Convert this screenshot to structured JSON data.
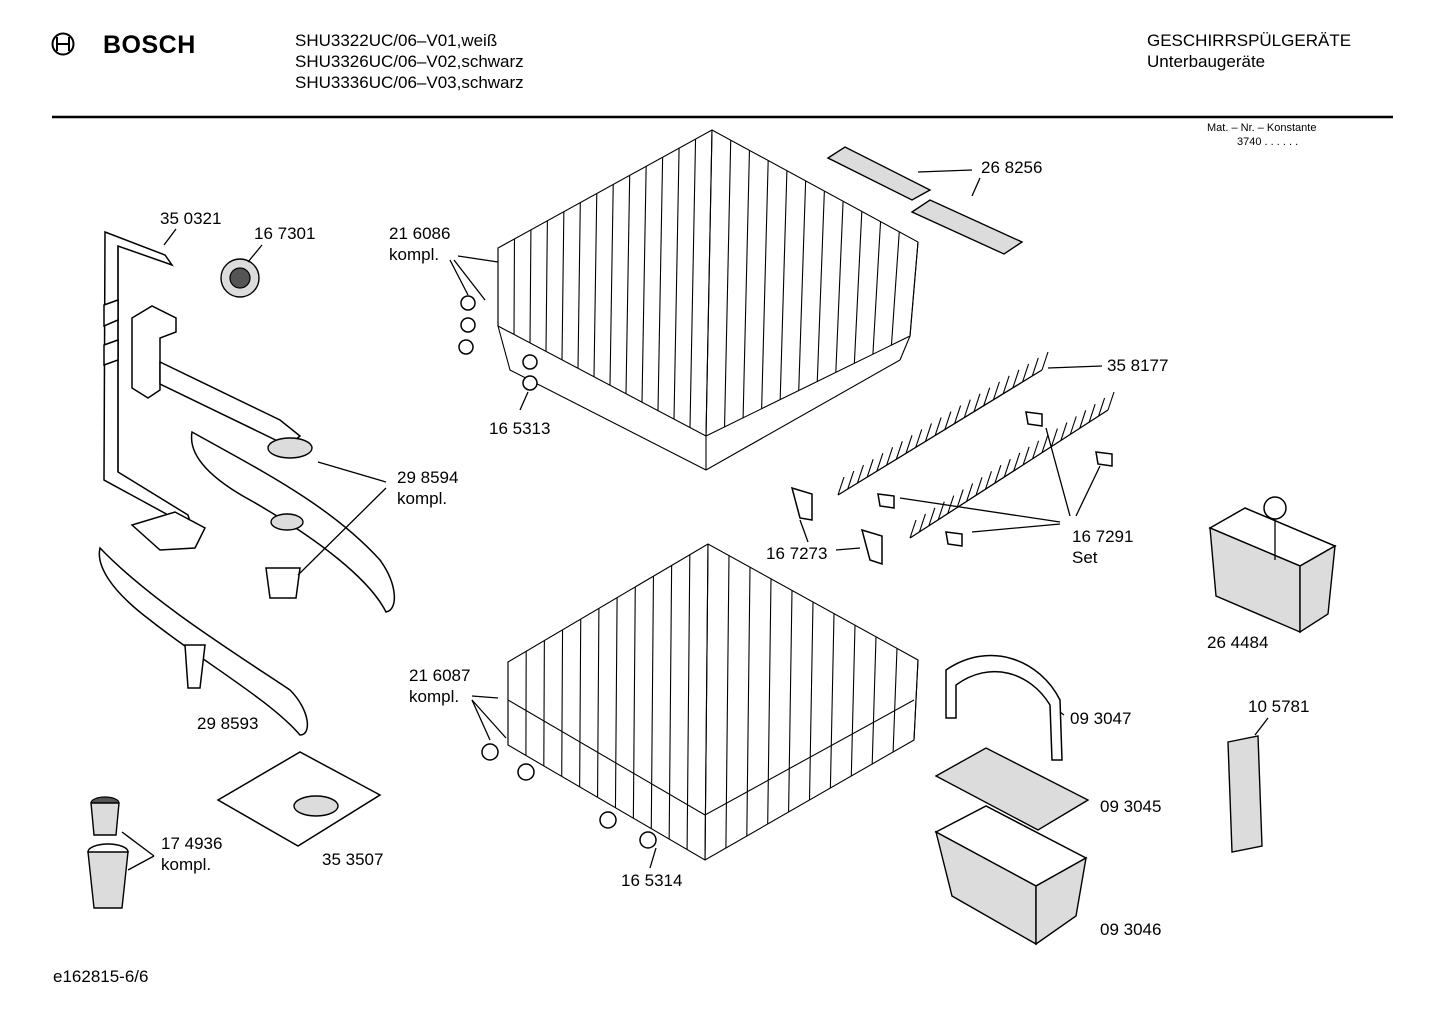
{
  "header": {
    "brand": "BOSCH",
    "models": [
      "SHU3322UC/06–V01,weiß",
      "SHU3326UC/06–V02,schwarz",
      "SHU3336UC/06–V03,schwarz"
    ],
    "category": "GESCHIRRSPÜLGERÄTE",
    "subcategory": "Unterbaugeräte",
    "mat_label": "Mat. – Nr. – Konstante",
    "mat_value": "3740  .  .    .  .  .  ."
  },
  "parts": [
    {
      "id": "350321",
      "lines": [
        "35 0321"
      ]
    },
    {
      "id": "167301",
      "lines": [
        "16 7301"
      ]
    },
    {
      "id": "216086",
      "lines": [
        "21 6086",
        "kompl."
      ]
    },
    {
      "id": "268256",
      "lines": [
        "26 8256"
      ]
    },
    {
      "id": "165313",
      "lines": [
        "16 5313"
      ]
    },
    {
      "id": "358177",
      "lines": [
        "35 8177"
      ]
    },
    {
      "id": "298594",
      "lines": [
        "29 8594",
        "kompl."
      ]
    },
    {
      "id": "167273",
      "lines": [
        "16 7273"
      ]
    },
    {
      "id": "167291",
      "lines": [
        "16 7291",
        "Set"
      ]
    },
    {
      "id": "264484",
      "lines": [
        "26 4484"
      ]
    },
    {
      "id": "216087",
      "lines": [
        "21 6087",
        "kompl."
      ]
    },
    {
      "id": "298593",
      "lines": [
        "29 8593"
      ]
    },
    {
      "id": "093047",
      "lines": [
        "09 3047"
      ]
    },
    {
      "id": "105781",
      "lines": [
        "10 5781"
      ]
    },
    {
      "id": "093045",
      "lines": [
        "09 3045"
      ]
    },
    {
      "id": "174936",
      "lines": [
        "17 4936",
        "kompl."
      ]
    },
    {
      "id": "353507",
      "lines": [
        "35 3507"
      ]
    },
    {
      "id": "165314",
      "lines": [
        "16 5314"
      ]
    },
    {
      "id": "093046",
      "lines": [
        "09 3046"
      ]
    }
  ],
  "footer": {
    "code": "e162815-6/6"
  }
}
